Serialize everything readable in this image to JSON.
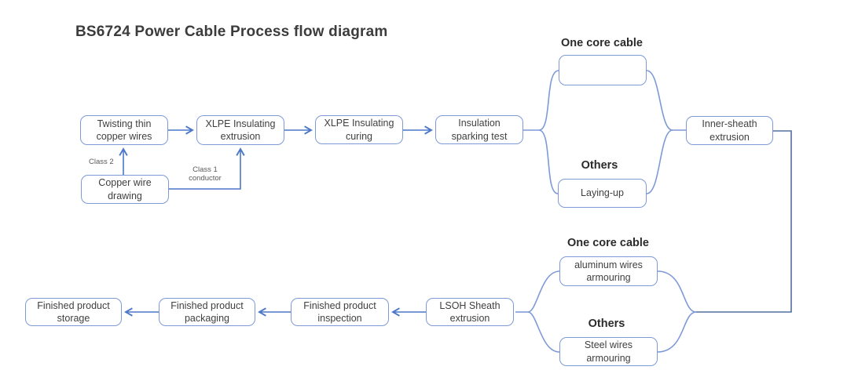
{
  "title": "BS6724 Power Cable Process flow diagram",
  "palette": {
    "box_border": "#7e9ad6",
    "arrow_blue": "#4a77c8",
    "brace_blue": "#7e9ad6",
    "route_line": "#51709f",
    "flow_arrow_fill": "#3f6ac4",
    "node_text": "#3f3f3f",
    "heading_text": "#2b2b2b",
    "annotation_text": "#595959"
  },
  "nodes": {
    "twisting_thin_copper_wires": "Twisting thin\ncopper wires",
    "xlpe_insulating_extrusion": "XLPE Insulating\nextrusion",
    "xlpe_insulating_curing": "XLPE Insulating\ncuring",
    "insulation_sparking_test": "Insulation\nsparking test",
    "copper_wire_drawing": "Copper wire\ndrawing",
    "laying_up": "Laying-up",
    "inner_sheath_extrusion": "Inner-sheath\nextrusion",
    "aluminum_wires_armouring": "aluminum wires\narmouring",
    "steel_wires_armouring": "Steel wires\narmouring",
    "lsoh_sheath_extrusion": "LSOH Sheath\nextrusion",
    "finished_product_inspection": "Finished product\ninspection",
    "finished_product_packaging": "Finished product\npackaging",
    "finished_product_storage": "Finished product\nstorage"
  },
  "branches": {
    "core_split": {
      "option_a": "One core cable",
      "option_b": "Others"
    },
    "armouring_split": {
      "option_a": "One core cable",
      "option_b": "Others"
    }
  },
  "annotations": {
    "class_2": "Class 2",
    "class_1_conductor": "Class 1\nconductor"
  },
  "icons": {
    "pass_through_arrow": "right-arrow"
  },
  "edges": [
    "copper_wire_drawing -> twisting_thin_copper_wires (Class 2)",
    "copper_wire_drawing -> xlpe_insulating_extrusion (Class 1 conductor)",
    "twisting_thin_copper_wires -> xlpe_insulating_extrusion",
    "xlpe_insulating_extrusion -> xlpe_insulating_curing",
    "xlpe_insulating_curing -> insulation_sparking_test",
    "insulation_sparking_test -> [One core cable: pass-through | Others: laying_up]",
    "[branch merge] -> inner_sheath_extrusion",
    "inner_sheath_extrusion -> [One core cable: aluminum_wires_armouring | Others: steel_wires_armouring]",
    "[armouring merge] -> lsoh_sheath_extrusion",
    "lsoh_sheath_extrusion -> finished_product_inspection",
    "finished_product_inspection -> finished_product_packaging",
    "finished_product_packaging -> finished_product_storage"
  ]
}
